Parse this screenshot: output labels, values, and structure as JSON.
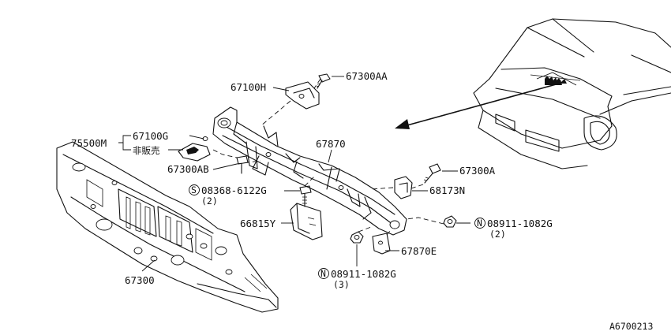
{
  "labels": {
    "p67100H": "67100H",
    "p67300AA": "67300AA",
    "p75500M": "75500M",
    "p67100G": "67100G",
    "not_for_sale": "非販売",
    "p67300AB": "67300AB",
    "p67870": "67870",
    "p67300A": "67300A",
    "p68173N": "68173N",
    "s_symbol": "S",
    "p08368": "08368-6122G",
    "qty_08368": "(2)",
    "p66815Y": "66815Y",
    "n_symbol_right": "N",
    "p08911_right": "08911-1082G",
    "qty_08911_right": "(2)",
    "p67870E": "67870E",
    "n_symbol_bottom": "N",
    "p08911_bottom": "08911-1082G",
    "qty_08911_bottom": "(3)",
    "p67300": "67300",
    "diagram_code": "A6700213"
  }
}
